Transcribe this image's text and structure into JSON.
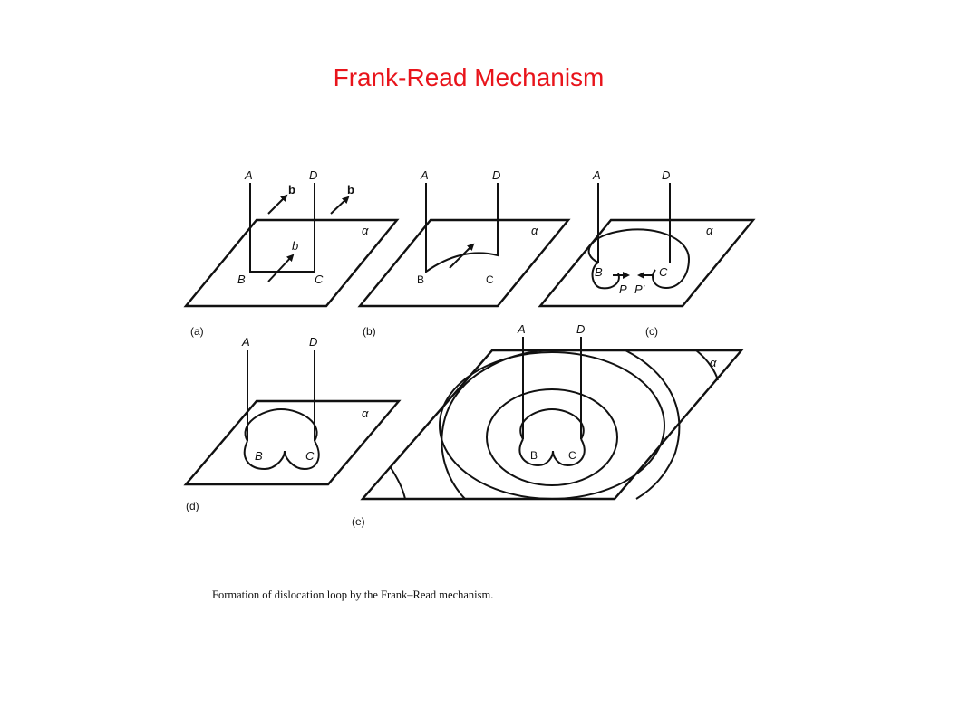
{
  "title": "Frank-Read Mechanism",
  "caption": "Formation of dislocation loop by the Frank–Read mechanism.",
  "colors": {
    "title": "#e8141b",
    "ink": "#111111"
  },
  "panels": {
    "a": {
      "tag": "(a)",
      "A": "A",
      "D": "D",
      "B": "B",
      "C": "C",
      "alpha": "α",
      "b1": "b",
      "b2": "b",
      "b3": "b"
    },
    "b": {
      "tag": "(b)",
      "A": "A",
      "D": "D",
      "B": "B",
      "C": "C",
      "alpha": "α"
    },
    "c": {
      "tag": "(c)",
      "A": "A",
      "D": "D",
      "B": "B",
      "C": "C",
      "P": "P",
      "P2": "P'",
      "alpha": "α"
    },
    "d": {
      "tag": "(d)",
      "A": "A",
      "D": "D",
      "B": "B",
      "C": "C",
      "alpha": "α"
    },
    "e": {
      "tag": "(e)",
      "A": "A",
      "D": "D",
      "B": "B",
      "C": "C",
      "alpha": "α"
    }
  }
}
